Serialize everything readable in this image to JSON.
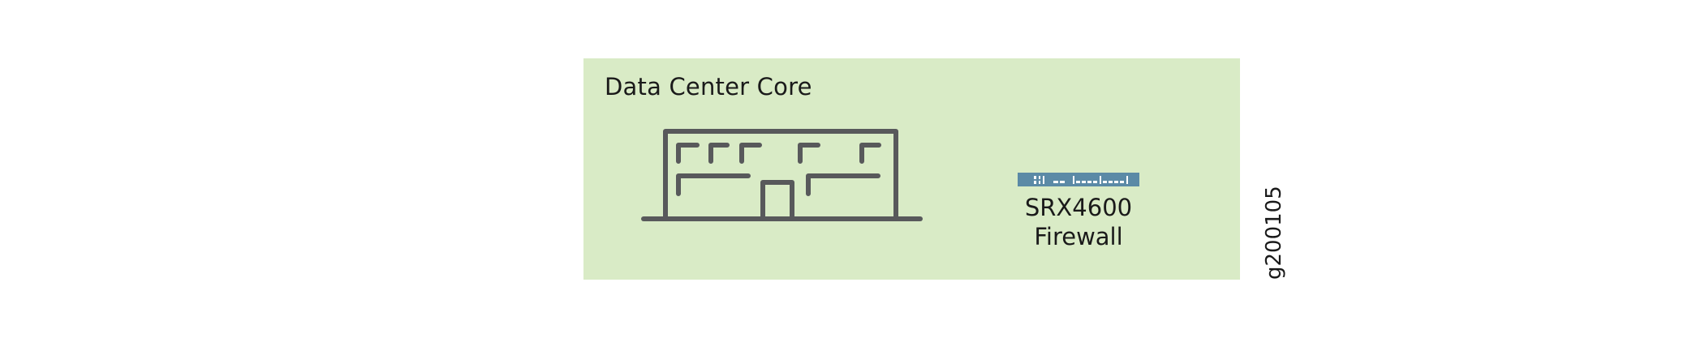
{
  "zone": {
    "title": "Data Center Core",
    "background_color": "#d9ebc6"
  },
  "building": {
    "icon": "data-center-building-icon",
    "stroke_color": "#58595b"
  },
  "firewall": {
    "icon": "srx-firewall-device-icon",
    "device_color": "#5b8aa6",
    "model": "SRX4600",
    "type": "Firewall"
  },
  "figure_id": "g200105"
}
